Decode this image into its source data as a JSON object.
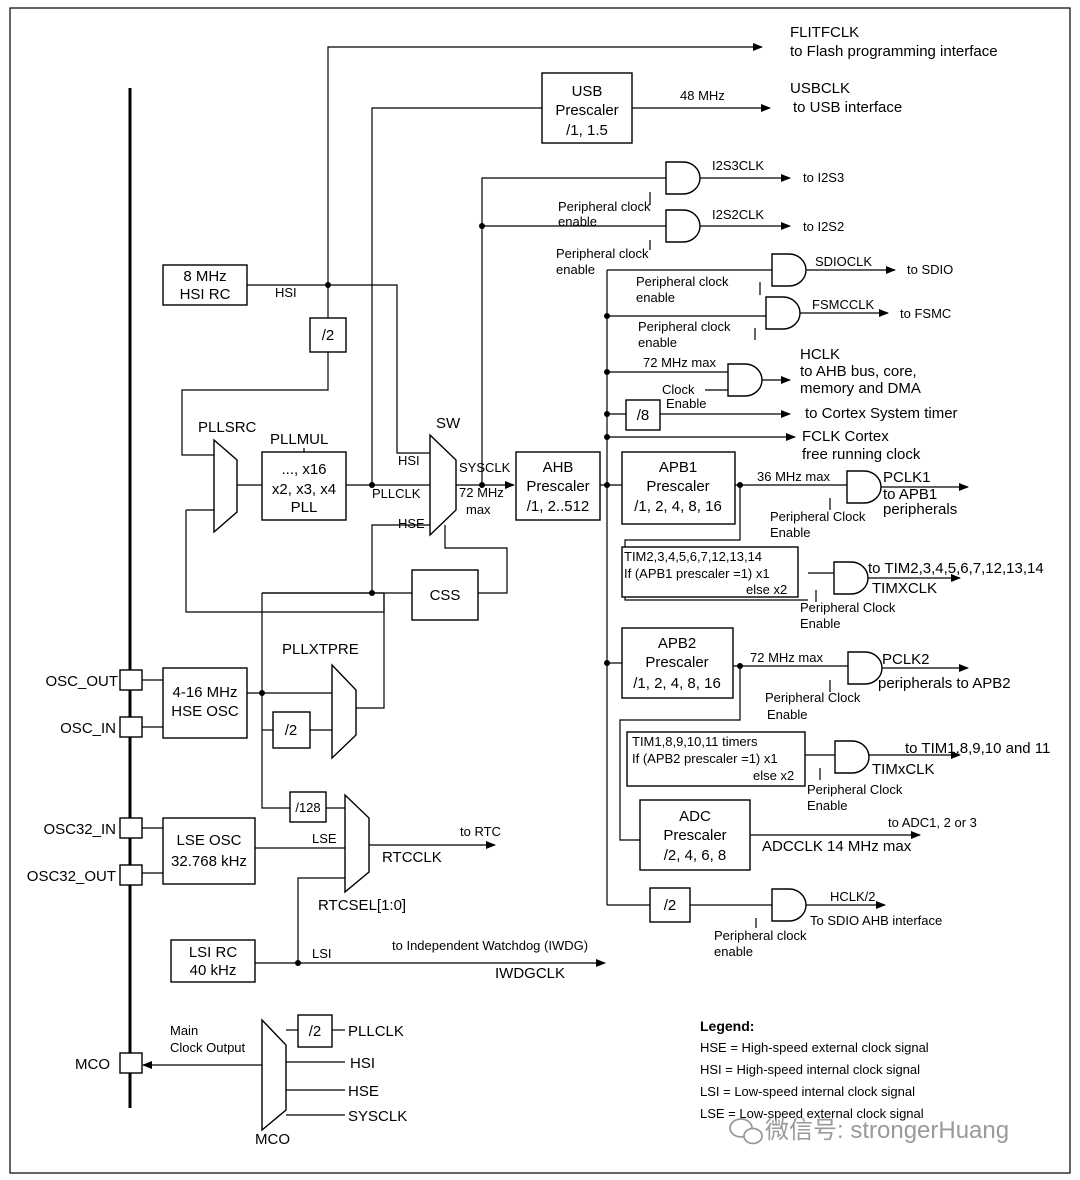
{
  "flash": {
    "title": "FLITFCLK",
    "desc": "to Flash programming interface"
  },
  "usb": {
    "l1": "USB",
    "l2": "Prescaler",
    "l3": "/1, 1.5",
    "freq": "48 MHz",
    "out": "USBCLK",
    "dest": "to USB interface"
  },
  "i2s3": {
    "clk": "I2S3CLK",
    "dest": "to I2S3",
    "en1": "Peripheral clock",
    "en2": "enable"
  },
  "i2s2": {
    "clk": "I2S2CLK",
    "dest": "to I2S2",
    "en1": "Peripheral clock",
    "en2": "enable"
  },
  "sdio": {
    "clk": "SDIOCLK",
    "dest": "to SDIO",
    "en1": "Peripheral clock",
    "en2": "enable"
  },
  "fsmc": {
    "clk": "FSMCCLK",
    "dest": "to FSMC",
    "en1": "Peripheral clock",
    "en2": "enable"
  },
  "hclk": {
    "max": "72 MHz max",
    "title": "HCLK",
    "d1": "to AHB bus, core,",
    "d2": "memory and DMA",
    "en1": "Clock",
    "en2": "Enable"
  },
  "systick": {
    "div": "/8",
    "dest": "to Cortex System timer"
  },
  "fclk": {
    "l1": "FCLK Cortex",
    "l2": "free running clock"
  },
  "hsi": {
    "l1": "8 MHz",
    "l2": "HSI RC",
    "sig": "HSI",
    "div": "/2"
  },
  "pllsrc": "PLLSRC",
  "pllmul": {
    "title": "PLLMUL",
    "l1": "..., x16",
    "l2": "x2, x3, x4",
    "l3": "PLL"
  },
  "sw": {
    "title": "SW",
    "in_hsi": "HSI",
    "in_pll": "PLLCLK",
    "in_hse": "HSE",
    "out": "SYSCLK",
    "max1": "72 MHz",
    "max2": "max"
  },
  "ahb": {
    "l1": "AHB",
    "l2": "Prescaler",
    "l3": "/1, 2..512"
  },
  "apb1": {
    "l1": "APB1",
    "l2": "Prescaler",
    "l3": "/1, 2, 4, 8, 16",
    "max": "36 MHz max",
    "clk": "PCLK1",
    "d1": "to APB1",
    "d2": "peripherals",
    "en1": "Peripheral Clock",
    "en2": "Enable"
  },
  "tim1x": {
    "l1": "TIM2,3,4,5,6,7,12,13,14",
    "l2": "If (APB1 prescaler =1) x1",
    "l3": "else  x2",
    "dest": "to TIM2,3,4,5,6,7,12,13,14",
    "clk": "TIMXCLK",
    "en1": "Peripheral Clock",
    "en2": "Enable"
  },
  "css": "CSS",
  "pllxtpre": {
    "title": "PLLXTPRE",
    "div": "/2"
  },
  "apb2": {
    "l1": "APB2",
    "l2": "Prescaler",
    "l3": "/1, 2, 4, 8, 16",
    "max": "72 MHz max",
    "clk": "PCLK2",
    "dest": "peripherals to APB2",
    "en1": "Peripheral Clock",
    "en2": "Enable"
  },
  "tim2x": {
    "l1": "TIM1,8,9,10,11 timers",
    "l2": "If (APB2 prescaler =1) x1",
    "l3": "else x2",
    "dest": "to TIM1,8,9,10 and 11",
    "clk": "TIMxCLK",
    "en1": "Peripheral Clock",
    "en2": "Enable"
  },
  "hse": {
    "l1": "4-16 MHz",
    "l2": "HSE OSC"
  },
  "pins": {
    "osc_out": "OSC_OUT",
    "osc_in": "OSC_IN",
    "osc32_in": "OSC32_IN",
    "osc32_out": "OSC32_OUT",
    "mco": "MCO"
  },
  "adc": {
    "l1": "ADC",
    "l2": "Prescaler",
    "l3": "/2, 4, 6, 8",
    "dest": "to ADC1, 2 or 3",
    "clk": "ADCCLK 14 MHz max"
  },
  "rtc": {
    "div": "/128",
    "dest": "to RTC",
    "clk": "RTCCLK",
    "sel": "RTCSEL[1:0]"
  },
  "lse": {
    "l1": "LSE OSC",
    "l2": "32.768 kHz",
    "sig": "LSE"
  },
  "hclk2": {
    "div": "/2",
    "clk": "HCLK/2",
    "dest": "To SDIO AHB interface",
    "en1": "Peripheral clock",
    "en2": "enable"
  },
  "lsi": {
    "l1": "LSI RC",
    "l2": "40 kHz",
    "sig": "LSI",
    "dest": "to Independent Watchdog (IWDG)",
    "clk": "IWDGCLK"
  },
  "mco": {
    "l1": "Main",
    "l2": "Clock Output",
    "div": "/2",
    "in1": "PLLCLK",
    "in2": "HSI",
    "in3": "HSE",
    "in4": "SYSCLK",
    "label": "MCO"
  },
  "legend": {
    "title": "Legend:",
    "items": [
      "HSE = High-speed external clock signal",
      "HSI = High-speed internal clock signal",
      "LSI = Low-speed internal clock signal",
      "LSE = Low-speed external clock signal"
    ]
  },
  "watermark": "微信号: strongerHuang"
}
